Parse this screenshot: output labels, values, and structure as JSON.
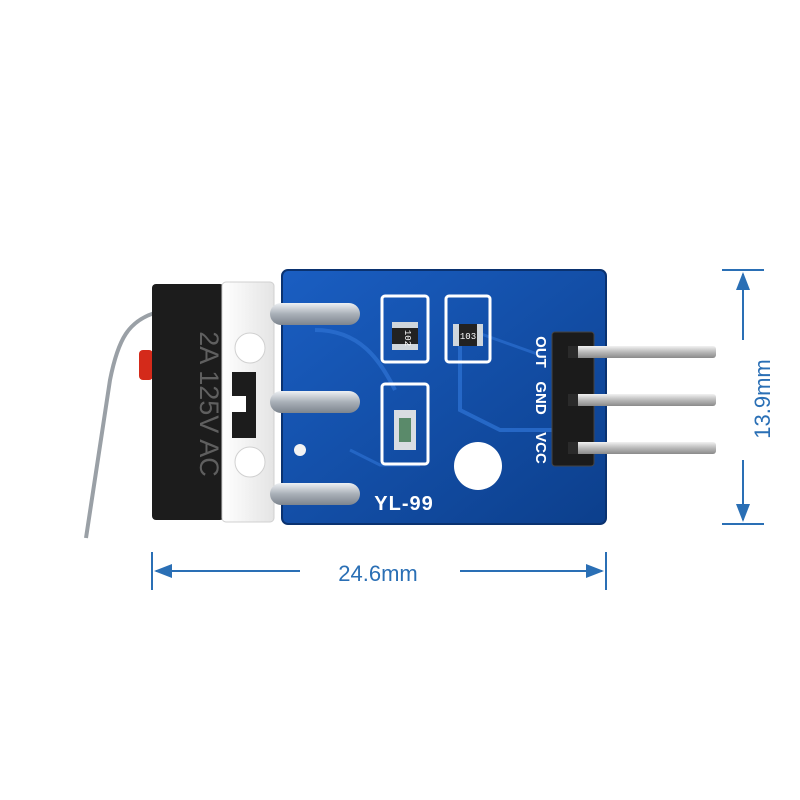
{
  "switch": {
    "rating_text": "2A 125V AC"
  },
  "board": {
    "model_label": "YL-99",
    "pin_labels": [
      "OUT",
      "GND",
      "VCC"
    ],
    "resistor_markings": [
      "102",
      "103"
    ]
  },
  "dimensions": {
    "width": "24.6mm",
    "height": "13.9mm"
  },
  "colors": {
    "pcb": "#0f4fa8",
    "dimension_lines": "#2a6fb5",
    "switch_body": "#1c1c1c",
    "switch_lever_tip": "#d42a1a"
  }
}
